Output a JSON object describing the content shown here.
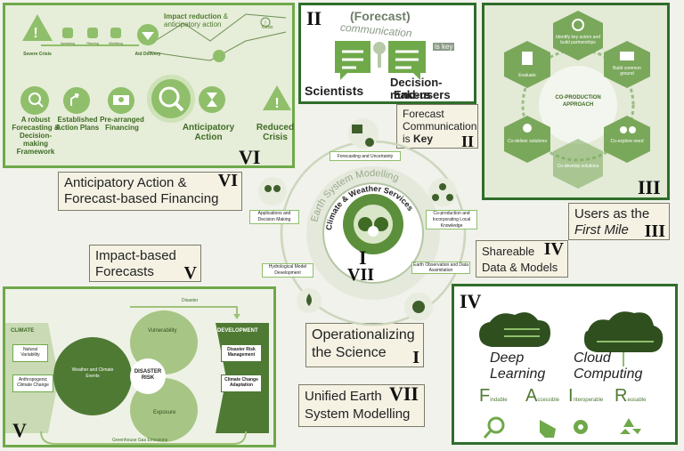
{
  "panel_vi": {
    "roman": "VI",
    "stages": [
      "Severe Crisis",
      "Assessing needs",
      "Planning and prioritizing",
      "Mobilising & Allocating Funding",
      "Aid Delivery"
    ],
    "impact_reduction_bold": "Impact reduction",
    "impact_reduction_rest": " & anticipatory action",
    "crisis_label": "Crisis",
    "components": [
      "A robust Forecasting & Decision-making Framework",
      "Established Action Plans",
      "Pre-arranged Financing",
      "Anticipatory Action",
      "Reduced Crisis"
    ],
    "mini_label": "Anticipatory Action"
  },
  "panel_ii": {
    "roman": "II",
    "forecast": "(Forecast)",
    "communication": "communication",
    "is_key": "is key",
    "scientists": "Scientists",
    "decision_makers": "Decision-makers",
    "end_users": "End-users"
  },
  "panel_iii": {
    "roman": "III",
    "center": "CO-PRODUCTION APPROACH",
    "hexes": [
      "Identify key actors and build partnerships",
      "Build common ground",
      "Co-explore need",
      "Co-develop solutions",
      "Co-deliver solutions",
      "Evaluate"
    ]
  },
  "labels": {
    "forecast_comm_1": "Forecast",
    "forecast_comm_2": "Communication",
    "forecast_comm_is": "is ",
    "forecast_comm_key": "Key",
    "forecast_comm_roman": "II",
    "users_1": "Users as the",
    "users_2": "First Mile",
    "users_roman": "III",
    "shareable_1": "Shareable",
    "shareable_2": "Data & Models",
    "shareable_roman": "IV",
    "anticipatory_1": "Anticipatory Action &",
    "anticipatory_2": "Forecast-based Financing",
    "anticipatory_roman": "VI",
    "impact_1": "Impact-based",
    "impact_2": "Forecasts",
    "impact_roman": "V",
    "operational_1": "Operationalizing",
    "operational_2": "the Science",
    "operational_roman": "I",
    "unified_1": "Unified Earth",
    "unified_2": "System Modelling",
    "unified_roman": "VII"
  },
  "hub": {
    "outer_ring": "Earth System Modelling",
    "inner_ring": "Climate & Weather Services",
    "center_roman": "I",
    "below_roman": "VII",
    "nodes": [
      "Forecasting and Uncertainty",
      "Co-production and Incorporating Local Knowledge",
      "Earth Observation and Data Assimilation",
      "Hydrological Model Development",
      "Applications and Decision Making"
    ]
  },
  "panel_iv": {
    "roman": "IV",
    "deep_learning_1": "Deep",
    "deep_learning_2": "Learning",
    "cloud_1": "Cloud",
    "cloud_2": "Computing",
    "fair": [
      {
        "letter": "F",
        "word": "indable"
      },
      {
        "letter": "A",
        "word": "ccessible"
      },
      {
        "letter": "I",
        "word": "nteroperable"
      },
      {
        "letter": "R",
        "word": "eusable"
      }
    ]
  },
  "panel_v": {
    "roman": "V",
    "climate": "CLIMATE",
    "development": "DEVELOPMENT",
    "natural_variability": "Natural Variability",
    "anthropogenic": "Anthropogenic Climate Change",
    "weather_climate": "Weather and Climate Events",
    "vulnerability": "Vulnerability",
    "exposure": "Exposure",
    "disaster_risk": "DISASTER RISK",
    "drm": "Disaster Risk Management",
    "cca": "Climate Change Adaptation",
    "disaster": "Disaster",
    "ghg": "Greenhouse Gas Emissions"
  }
}
